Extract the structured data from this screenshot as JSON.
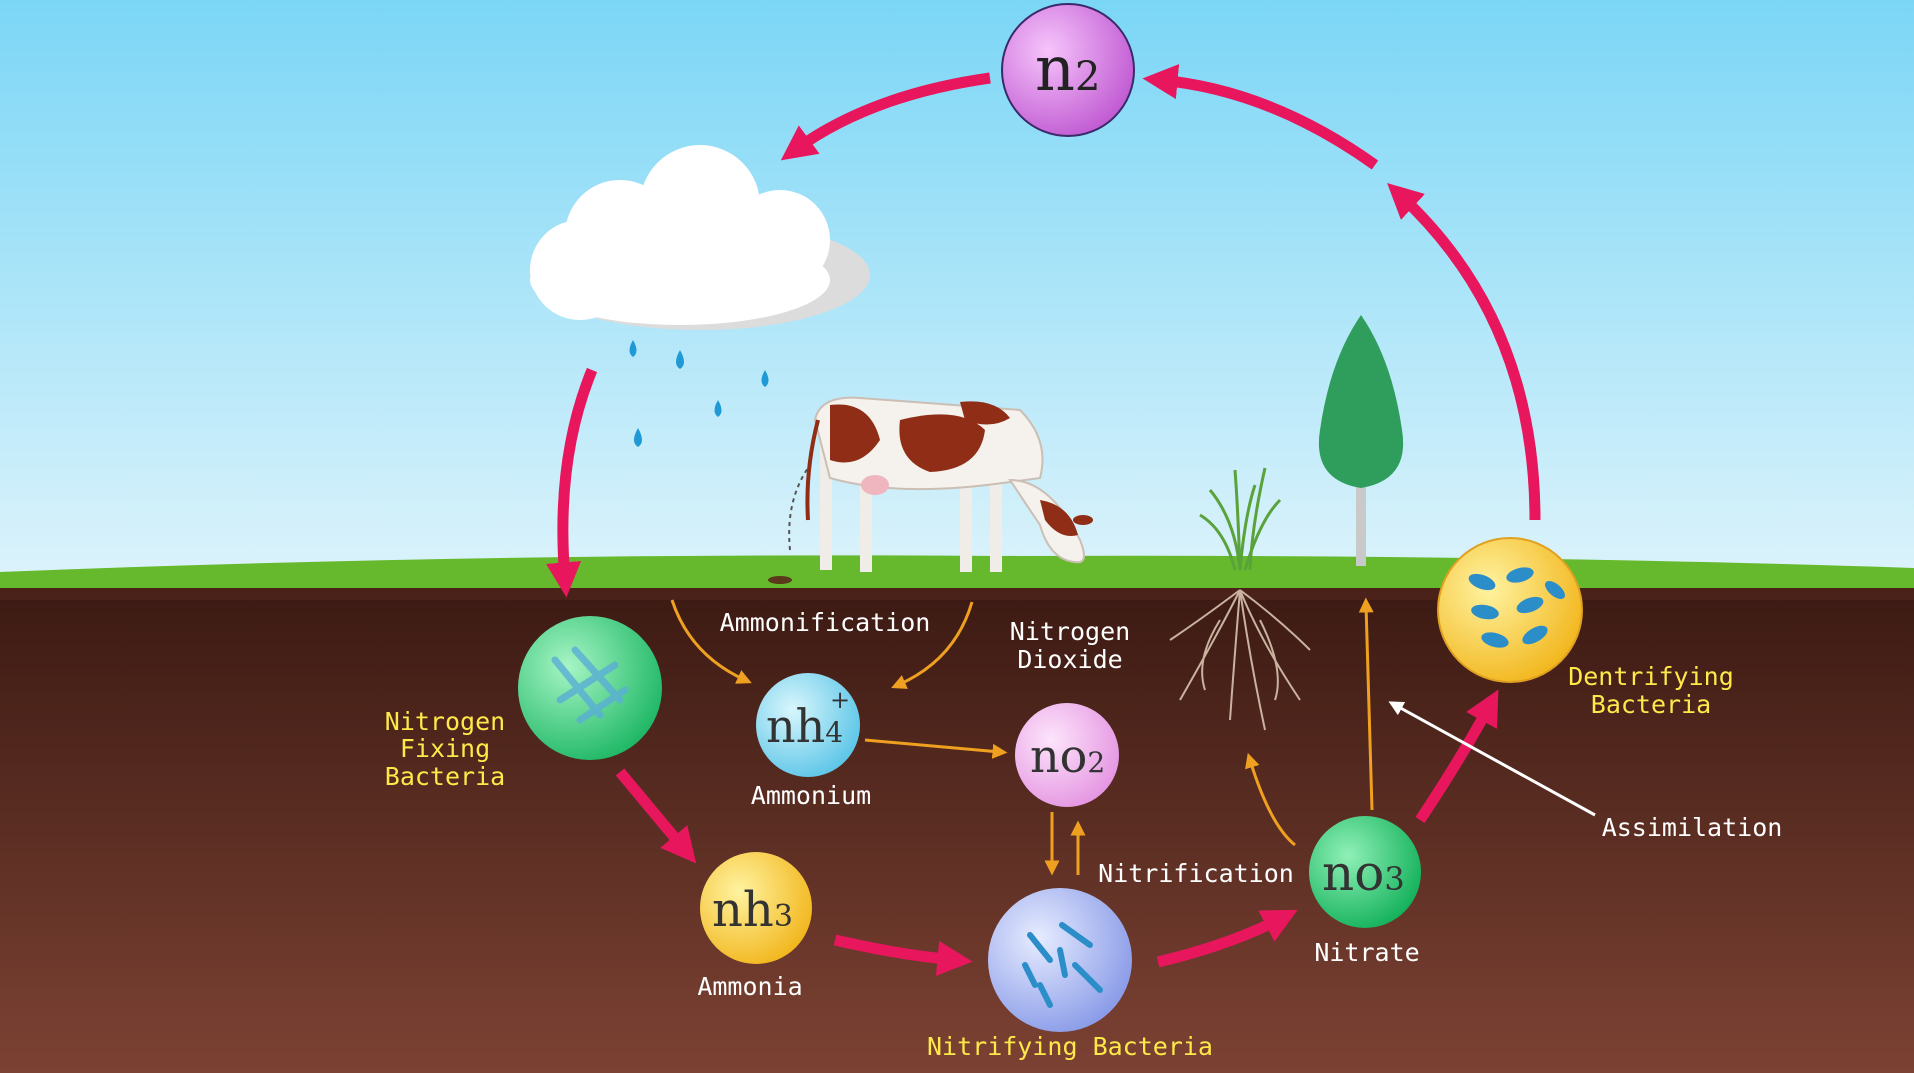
{
  "title": "",
  "molecules": {
    "n2": {
      "main": "n",
      "sub": "2"
    },
    "nh4": {
      "main": "nh",
      "sub": "4",
      "sup": "+"
    },
    "no2": {
      "main": "no",
      "sub": "2"
    },
    "nh3": {
      "main": "nh",
      "sub": "3"
    },
    "no3": {
      "main": "no",
      "sub": "3"
    }
  },
  "labels": {
    "ammonification": "Ammonification",
    "nitrogen_dioxide_1": "Nitrogen",
    "nitrogen_dioxide_2": "Dioxide",
    "ammonium": "Ammonium",
    "ammonia": "Ammonia",
    "nitrification": "Nitrification",
    "nitrate": "Nitrate",
    "assimilation": "Assimilation",
    "nitrifying_bacteria": "Nitrifying Bacteria",
    "nitrogen_fixing_1": "Nitrogen",
    "nitrogen_fixing_2": "Fixing",
    "nitrogen_fixing_3": "Bacteria",
    "dentrifying_1": "Dentrifying",
    "dentrifying_2": "Bacteria"
  },
  "colors": {
    "cycle_arrow": "#e8175d",
    "minor_arrow": "#f0a020",
    "label_white": "#ffffff",
    "label_yellow": "#ffe94a",
    "sky_top": "#7fd8f6",
    "sky_bottom": "#d6f1fb",
    "grass": "#6cbf2e",
    "soil_top": "#3e1a13",
    "soil_bottom": "#7a4032"
  }
}
